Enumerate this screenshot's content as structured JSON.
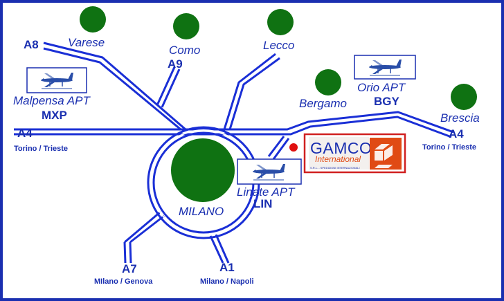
{
  "colors": {
    "frame": "#1a2fb0",
    "road": "#1a2fd6",
    "text": "#1a2fb0",
    "green": "#0f7212",
    "marker": "#e01010",
    "gamco_red": "#e04a14",
    "gamco_border": "#d02020"
  },
  "cities": {
    "varese": "Varese",
    "como": "Como",
    "lecco": "Lecco",
    "bergamo": "Bergamo",
    "brescia": "Brescia",
    "milano": "MILANO"
  },
  "roads": {
    "a8": "A8",
    "a9": "A9",
    "a4_west": "A4",
    "a4_west_dest": "Torino / Trieste",
    "a4_east": "A4",
    "a4_east_dest": "Torino / Trieste",
    "a7": "A7",
    "a7_dest": "MIlano / Genova",
    "a1": "A1",
    "a1_dest": "Milano / Napoli"
  },
  "airports": {
    "malpensa": {
      "name": "Malpensa APT",
      "code": "MXP",
      "icon": "airplane-icon"
    },
    "orio": {
      "name": "Orio APT",
      "code": "BGY",
      "icon": "airplane-icon"
    },
    "linate": {
      "name": "Linate APT",
      "code": "LIN",
      "icon": "airplane-icon"
    }
  },
  "gamco": {
    "name": "GAMCO",
    "sub": "International",
    "tag": "S.R.L. - SPEDIZIONI INTERNAZIONALI"
  }
}
